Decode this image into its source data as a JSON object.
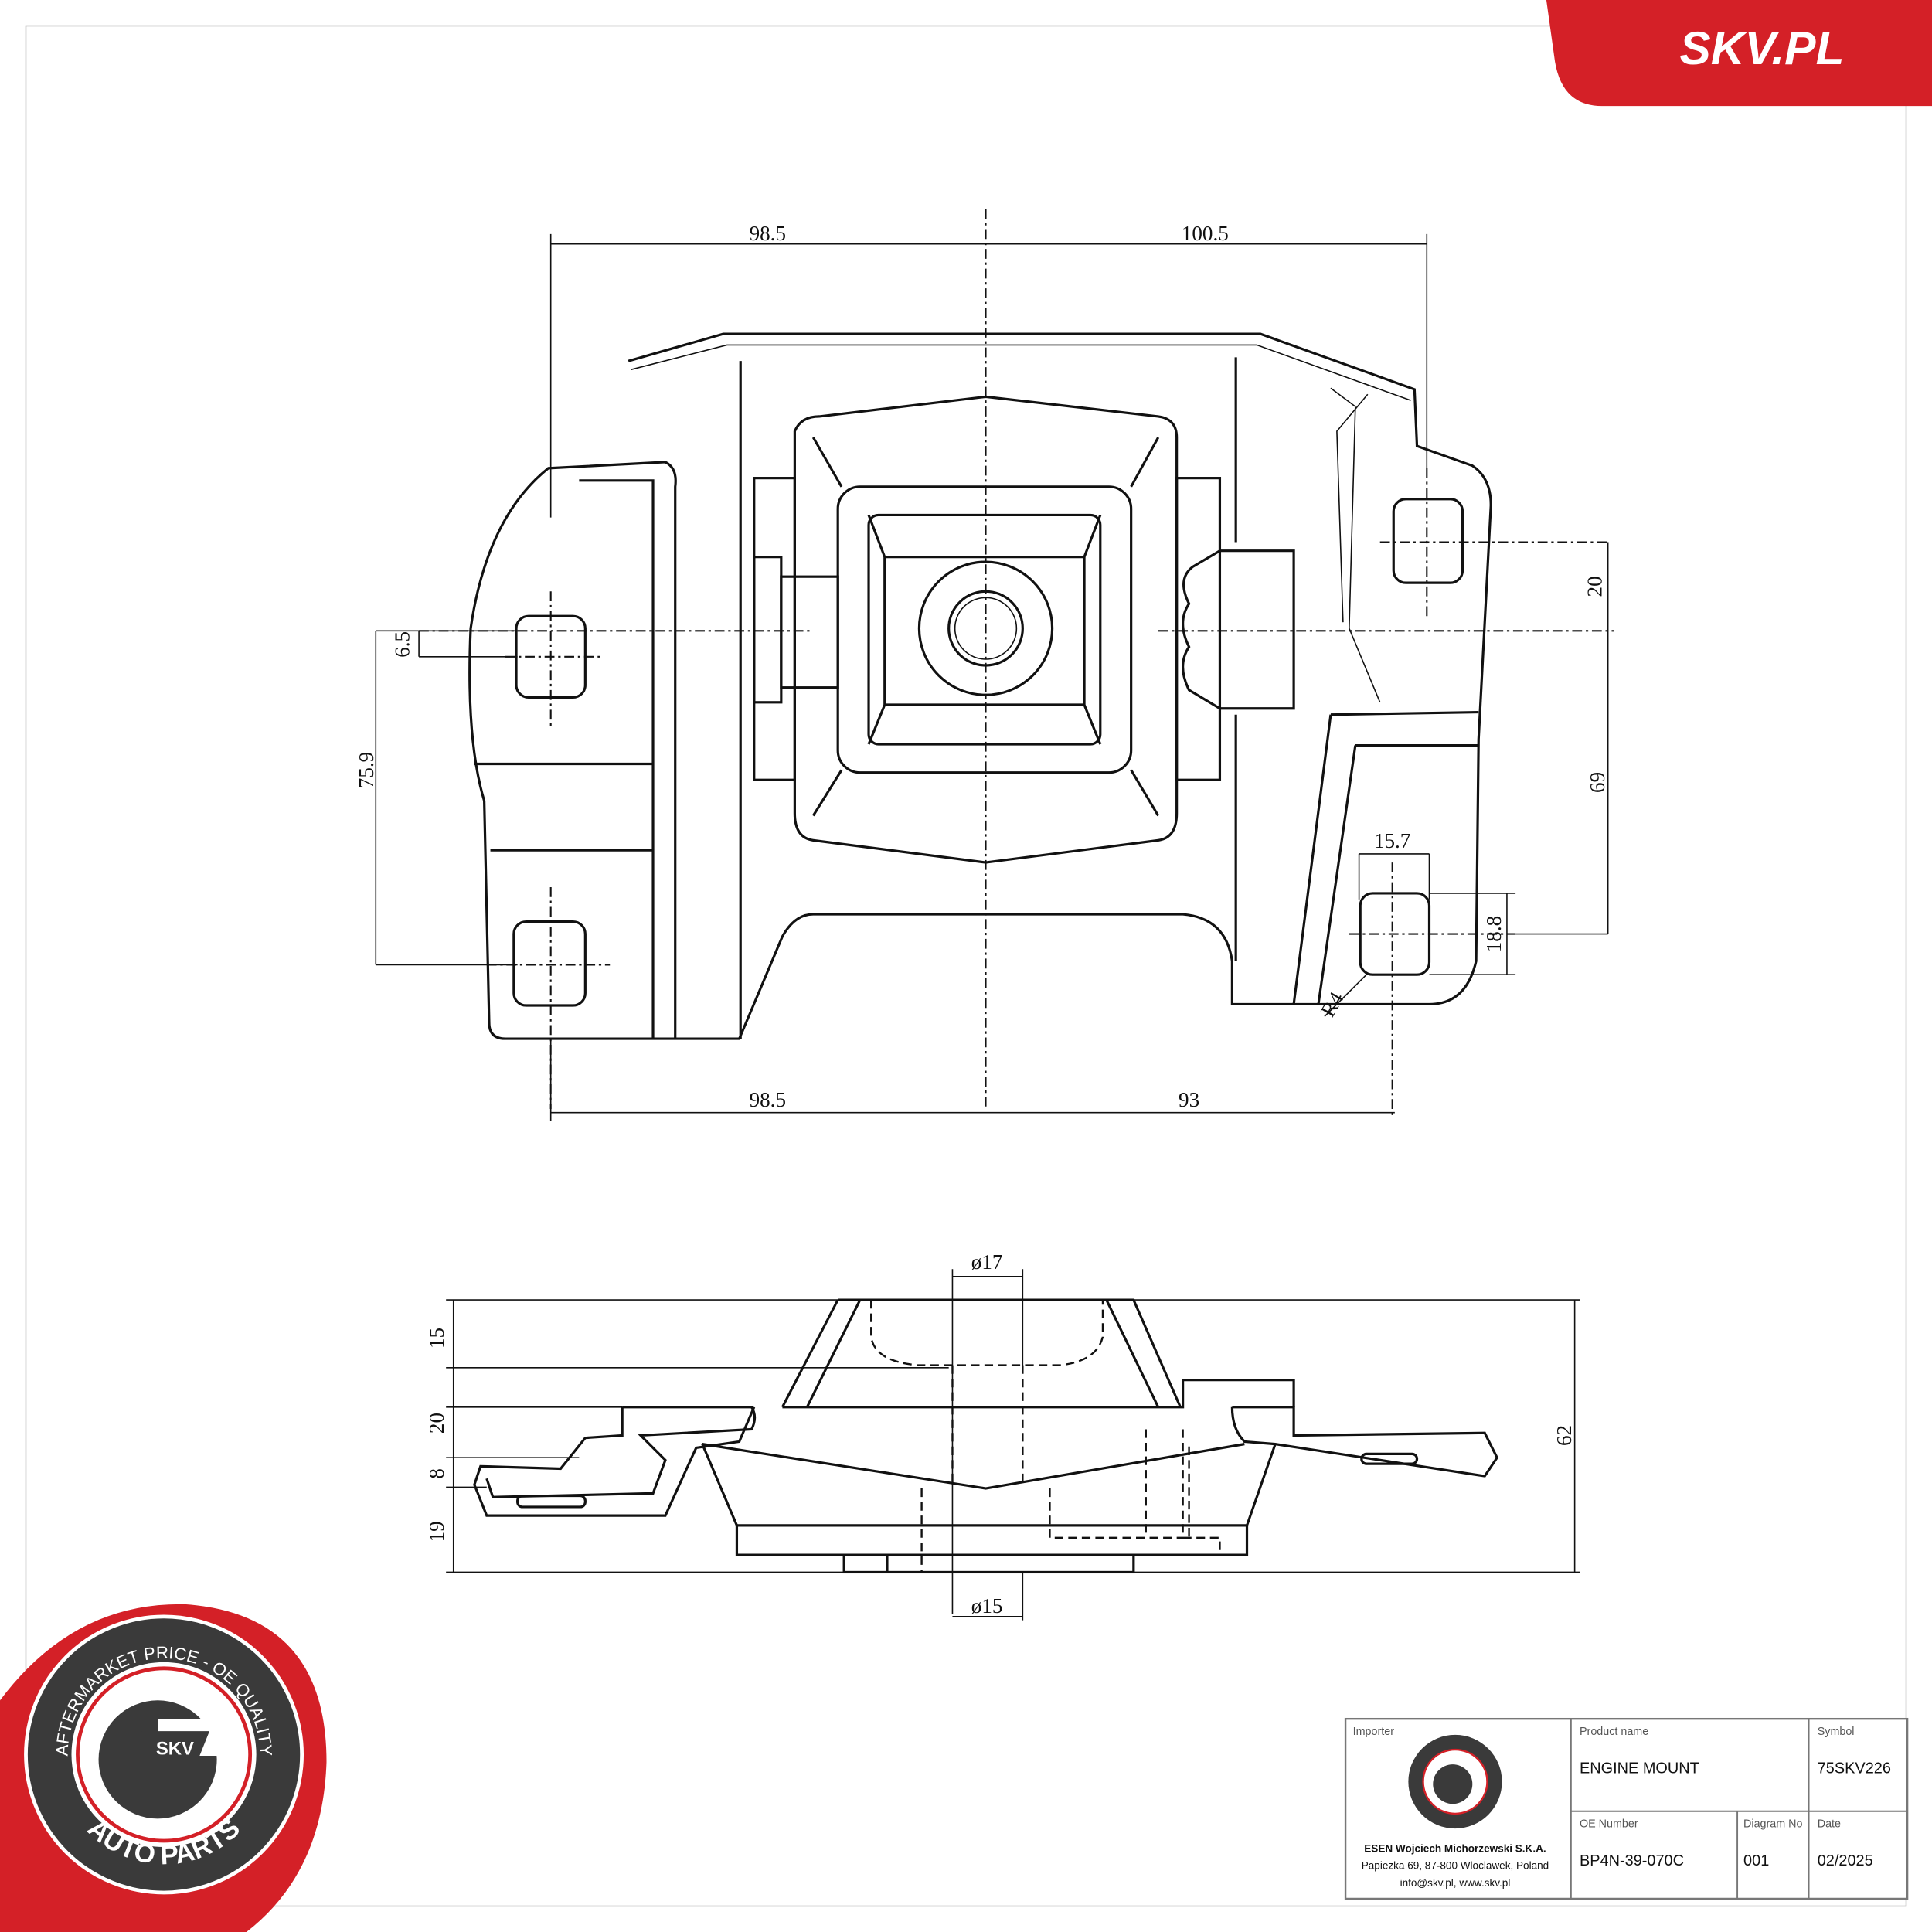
{
  "brand": {
    "site": "SKV.PL",
    "badge_top": "AFTERMARKET PRICE - OE QUALITY",
    "badge_bottom": "AUTO PARTS",
    "badge_center": "SKV",
    "red": "#d42027",
    "dark": "#3a3a3a"
  },
  "top_view": {
    "dims": {
      "left_top": "98.5",
      "right_top": "100.5",
      "hole_offset": "6.5",
      "left_vertical": "75.9",
      "right_upper": "20",
      "right_vertical": "69",
      "hole_width": "15.7",
      "hole_height": "18.8",
      "radius": "R4",
      "left_bottom": "98.5",
      "right_bottom": "93"
    }
  },
  "side_view": {
    "dims": {
      "top_dia": "ø17",
      "bottom_dia": "ø15",
      "h1": "15",
      "h2": "20",
      "h3": "8",
      "h4": "19",
      "total": "62"
    }
  },
  "title_block": {
    "importer_label": "Importer",
    "importer_name": "ESEN Wojciech Michorzewski S.K.A.",
    "importer_address": "Papiezka 69, 87-800 Wloclawek, Poland",
    "importer_contact": "info@skv.pl, www.skv.pl",
    "product_label": "Product name",
    "product": "ENGINE MOUNT",
    "symbol_label": "Symbol",
    "symbol": "75SKV226",
    "oe_label": "OE Number",
    "oe": "BP4N-39-070C",
    "diagram_label": "Diagram No",
    "diagram": "001",
    "date_label": "Date",
    "date": "02/2025"
  }
}
